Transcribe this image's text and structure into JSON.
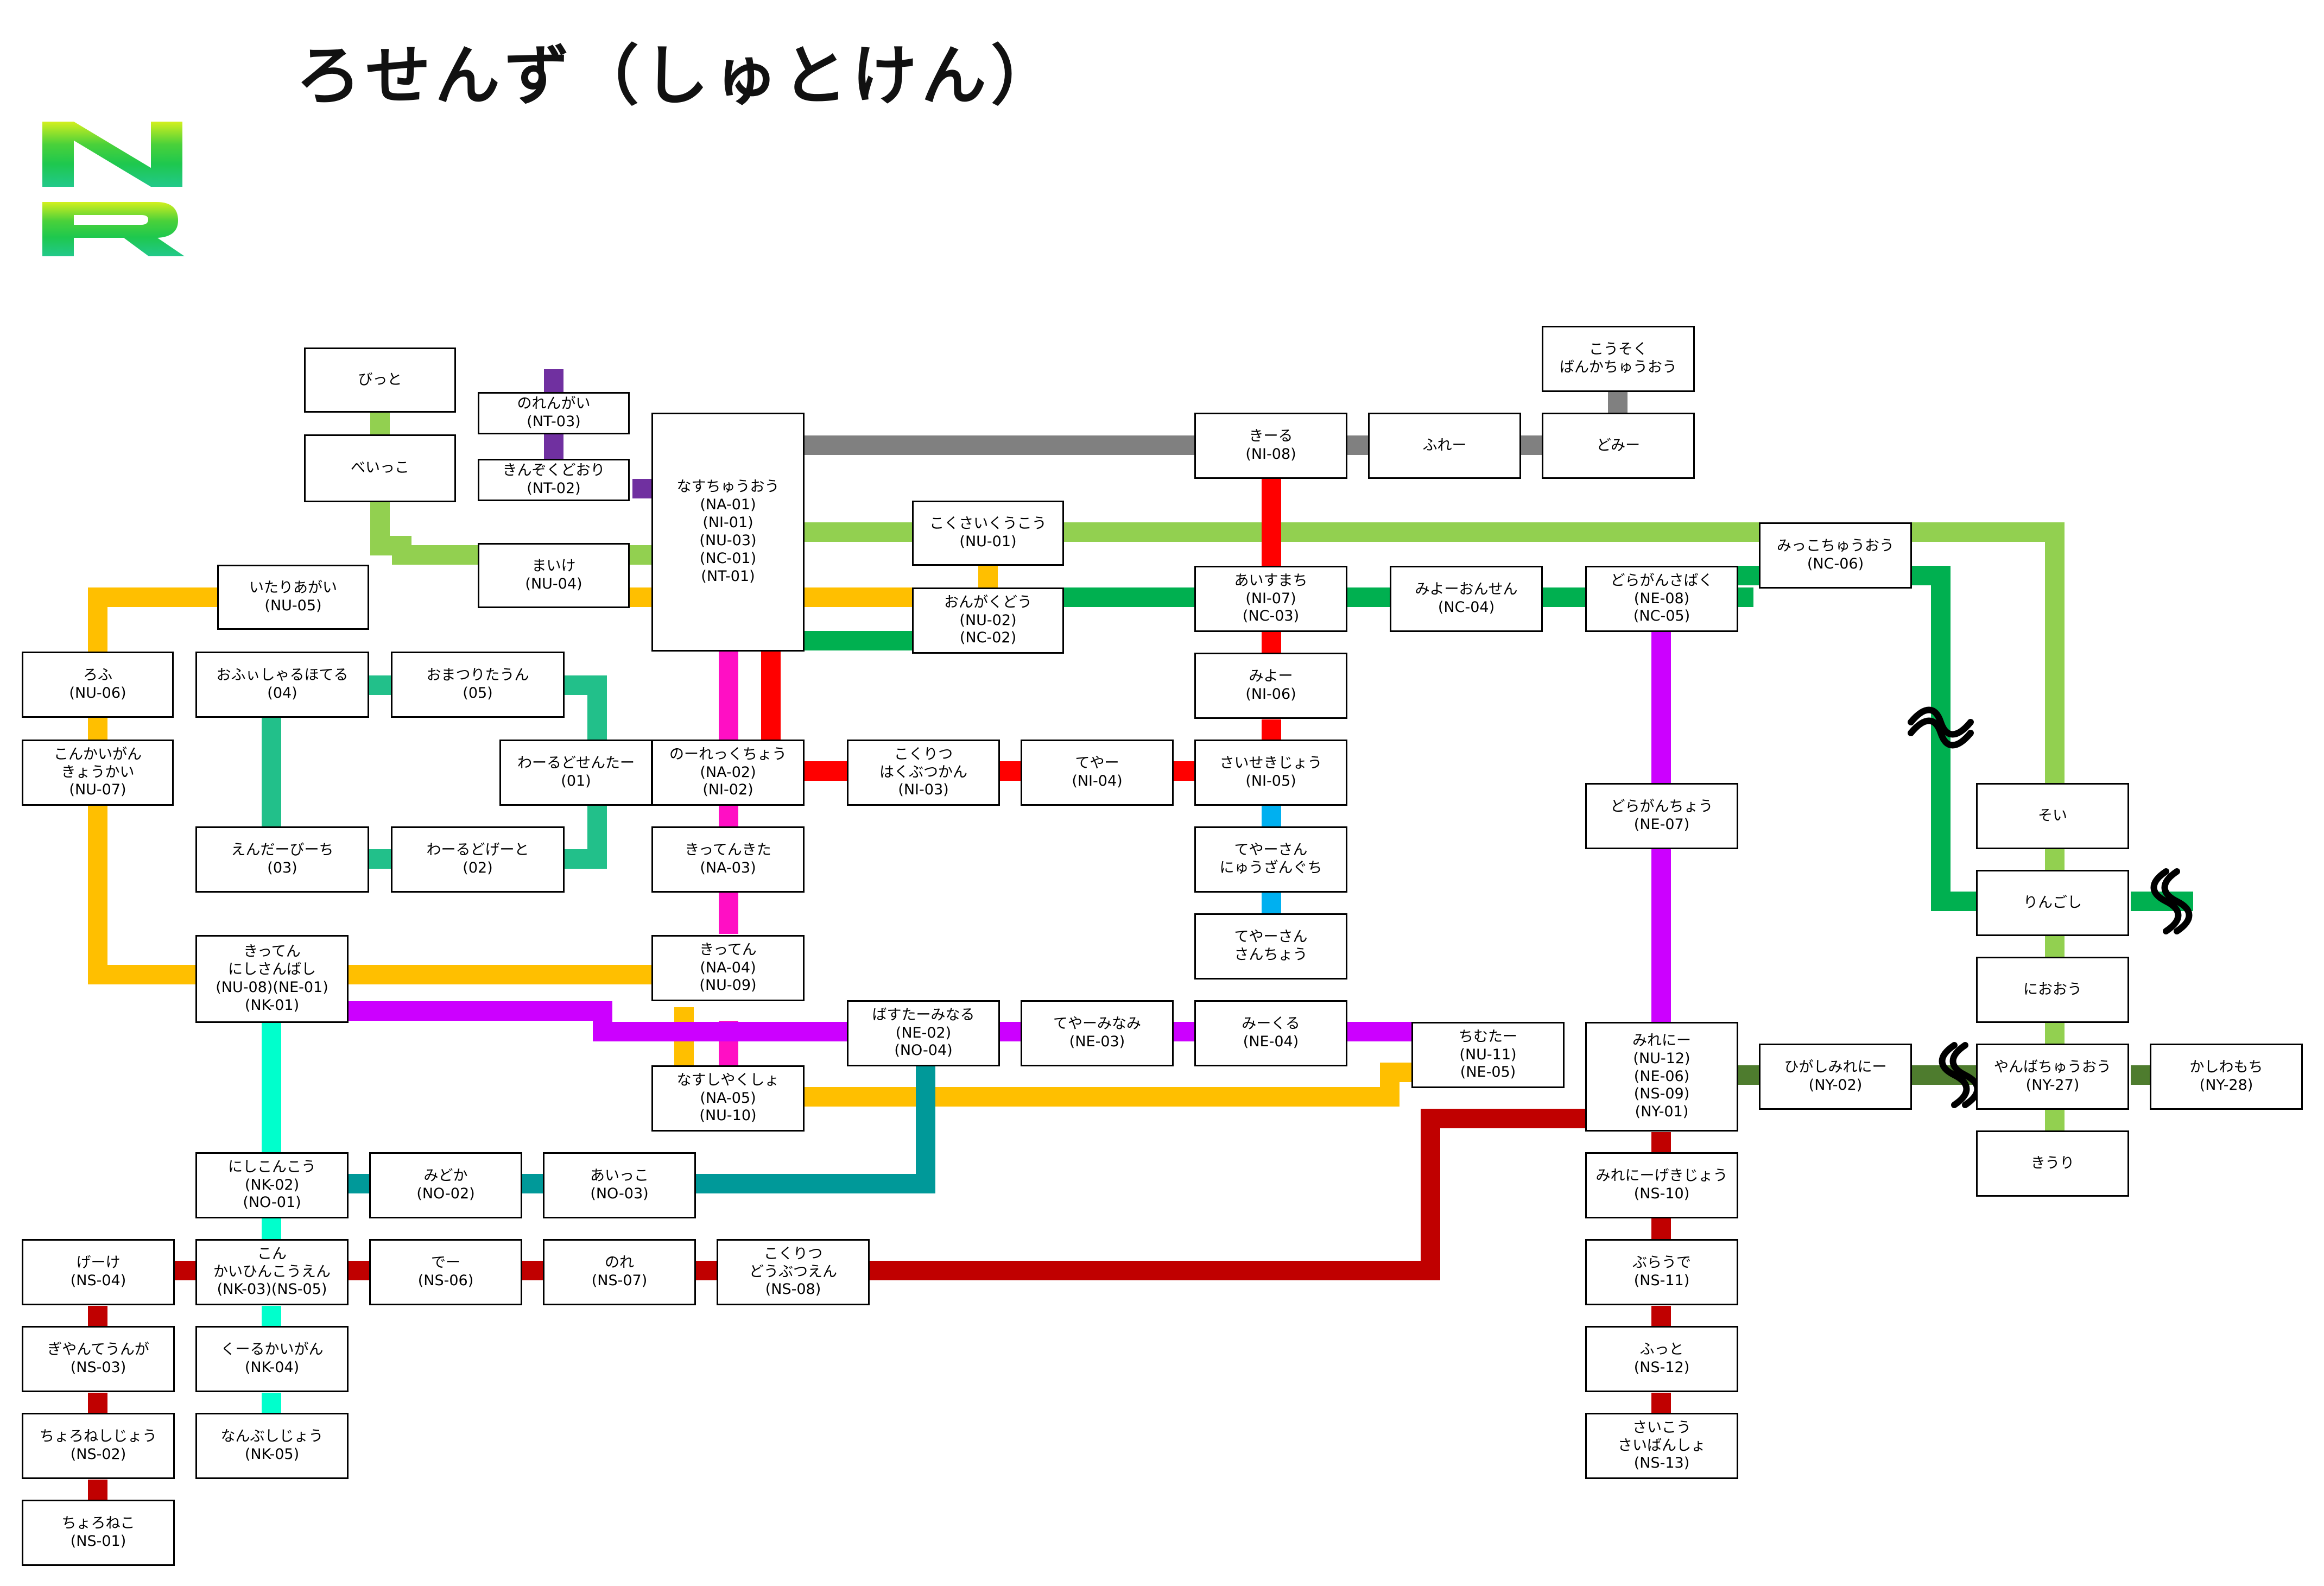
{
  "title": "ろせんず（しゅとけん）",
  "logo": {
    "text": "NR",
    "colors": [
      "#c6f21e",
      "#1ec84e",
      "#1ec88a"
    ]
  },
  "line_colors": {
    "NA": "#ff0fc4",
    "NI": "#ff0000",
    "NU": "#ffbf00",
    "NC": "#00b050",
    "NT": "#7030a0",
    "NE": "#cc00ff",
    "NK": "#00ffcc",
    "NO": "#009999",
    "NS": "#c00000",
    "NY": "#4e7c2e",
    "hakata": "#92d050",
    "bypass": "#808080",
    "loop": "#22c08a",
    "tea": "#00b0f0"
  },
  "stations": {
    "bitto": "びっと",
    "beikko": "べいっこ",
    "norengai": "のれんがい\n(NT-03)",
    "kinzoku": "きんぞくどおり\n(NT-02)",
    "nasu": "なすちゅうおう\n(NA-01)\n(NI-01)\n(NU-03)\n(NC-01)\n(NT-01)",
    "maike": "まいけ\n(NU-04)",
    "itari": "いたりあがい\n(NU-05)",
    "rofu": "ろふ\n(NU-06)",
    "konkai": "こんかいがん\nきょうかい\n(NU-07)",
    "official": "おふぃしゃるほてる\n(04)",
    "omatsuri": "おまつりたうん\n(05)",
    "world_center": "わーるどせんたー\n(01)",
    "endabeach": "えんだーびーち\n(03)",
    "world_gate": "わーるどげーと\n(02)",
    "noren_kucho": "のーれっくちょう\n(NA-02)\n(NI-02)",
    "kittenkita": "きってんきた\n(NA-03)",
    "kitten": "きってん\n(NA-04)\n(NU-09)",
    "nasushiyakusho": "なすしやくしょ\n(NA-05)\n(NU-10)",
    "kitten_nishi": "きってん\nにしさんばし\n(NU-08)(NE-01)\n(NK-01)",
    "kokusai": "こくさいくうこう\n(NU-01)",
    "ongaku": "おんがくどう\n(NU-02)\n(NC-02)",
    "kokuritsu_haku": "こくりつ\nはくぶつかん\n(NI-03)",
    "teya": "てやー\n(NI-04)",
    "busterminal": "ばすたーみなる\n(NE-02)\n(NO-04)",
    "teyaminami": "てやーみなみ\n(NE-03)",
    "kiru": "きーる\n(NI-08)",
    "fure": "ふれー",
    "domi": "どみー",
    "kousoku": "こうそく\nばんかちゅうおう",
    "aisu": "あいすまち\n(NI-07)\n(NC-03)",
    "miyo_onsen": "みよーおんせん\n(NC-04)",
    "doragan_saba": "どらがんさばく\n(NE-08)\n(NC-05)",
    "mikko": "みっこちゅうおう\n(NC-06)",
    "miyo": "みよー\n(NI-06)",
    "saiseki": "さいせきじょう\n(NI-05)",
    "teya_iriguchi": "てやーさん\nにゅうざんぐち",
    "teya_sancho": "てやーさん\nさんちょう",
    "miikuru": "みーくる\n(NE-04)",
    "chimuta": "ちむたー\n(NU-11)\n(NE-05)",
    "doragan_cho": "どらがんちょう\n(NE-07)",
    "mireni": "みれにー\n(NU-12)\n(NE-06)\n(NS-09)\n(NY-01)",
    "higashi_mireni": "ひがしみれにー\n(NY-02)",
    "soi": "そい",
    "ringoshi": "りんごし",
    "onio": "におおう",
    "yanba": "やんばちゅうおう\n(NY-27)",
    "kashiwa": "かしわもち\n(NY-28)",
    "kiuri": "きうり",
    "nishikon": "にしこんこう\n(NK-02)\n(NO-01)",
    "midoka": "みどか\n(NO-02)",
    "aikko": "あいっこ\n(NO-03)",
    "gake": "げーけ\n(NS-04)",
    "kon_kaihin": "こん\nかいひんこうえん\n(NK-03)(NS-05)",
    "de": "でー\n(NS-06)",
    "nore": "のれ\n(NS-07)",
    "kokuritsu_dob": "こくりつ\nどうぶつえん\n(NS-08)",
    "giyan": "ぎやんてうんが\n(NS-03)",
    "kurukaigan": "くーるかいがん\n(NK-04)",
    "choro_nejo": "ちょろねしじょう\n(NS-02)",
    "nanbu": "なんぶしじょう\n(NK-05)",
    "choroneko": "ちょろねこ\n(NS-01)",
    "mireni_gekijo": "みれにーげきじょう\n(NS-10)",
    "burau": "ぶらうで\n(NS-11)",
    "futto": "ふっと\n(NS-12)",
    "saikou": "さいこう\nさいばんしょ\n(NS-13)"
  }
}
